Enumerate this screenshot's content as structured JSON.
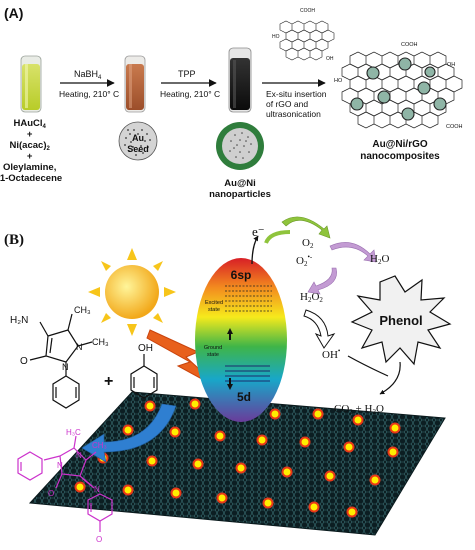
{
  "panel_a": {
    "label": "(A)",
    "precursor_lines": [
      "HAuCl",
      "+",
      "Ni(acac)",
      "+",
      "Oleylamine,",
      "1-Octadecene"
    ],
    "precursor_subscripts": [
      "4",
      "2"
    ],
    "step1_reagent": "NaBH",
    "step1_reagent_sub": "4",
    "step1_condition": "Heating, 210° C",
    "seed_label_1": "Au",
    "seed_label_2": "Seed",
    "step2_reagent": "TPP",
    "step2_condition": "Heating, 210° C",
    "np_label_1": "Au@Ni",
    "np_label_2": "nanoparticles",
    "step3_lines": [
      "Ex-situ insertion",
      "of rGO and",
      "ultrasonication"
    ],
    "product_line_1": "Au@Ni/rGO",
    "product_line_2": "nanocomposites",
    "group_cooh": "COOH",
    "group_ho": "HO",
    "group_oh": "OH"
  },
  "panel_b": {
    "label": "(B)",
    "electron": "e⁻",
    "o2": "O",
    "o2_sub": "2",
    "o2_radical": "O",
    "o2_radical_sub": "2",
    "o2_radical_sup": "•-",
    "h2o": "H",
    "h2o_sub": "2",
    "h2o_tail": "O",
    "h2o2": "H",
    "h2o2_sub1": "2",
    "h2o2_mid": "O",
    "h2o2_sub2": "2",
    "oh_radical": "OH",
    "oh_radical_sup": "•",
    "phenol": "Phenol",
    "level_6sp": "6sp",
    "level_5d": "5d",
    "excited_1": "Excited",
    "excited_2": "state",
    "ground_1": "Ground",
    "ground_2": "state",
    "products": "CO",
    "products_sub": "2",
    "products_tail": " + H",
    "products_sub2": "2",
    "products_end": "O",
    "mol_h2n": "H₂N",
    "mol_n": "N",
    "mol_o": "O",
    "mol_ch3": "CH₃",
    "mol_oh": "OH",
    "mol_plus": "+",
    "dye_h3c": "H₃C",
    "dye_ch3": "CH₃",
    "dye_n": "N",
    "dye_o": "O"
  },
  "colors": {
    "arrow_green": "#8fc43c",
    "arrow_purple": "#c39bd3",
    "dye_magenta": "#cc33cc",
    "sun": "#f7c51a",
    "lightning": "#e8601c",
    "sheet": "#0c1e22",
    "dot_yellow": "#ffee00",
    "dot_ring": "#e83818",
    "blue_arrow": "#2f7fd1"
  }
}
